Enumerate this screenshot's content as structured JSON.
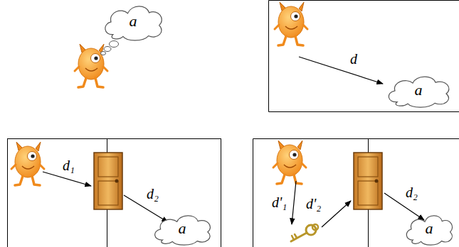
{
  "diagram": {
    "nodes": [
      {
        "text": [
          "a"
        ]
      },
      {
        "text": [
          "a"
        ]
      },
      {
        "text": [
          "a"
        ]
      },
      {
        "text": [
          "a"
        ]
      }
    ],
    "labels": [
      "d",
      "d₁",
      "d₂",
      "d'₁",
      "d'₂",
      "d₂"
    ]
  }
}
